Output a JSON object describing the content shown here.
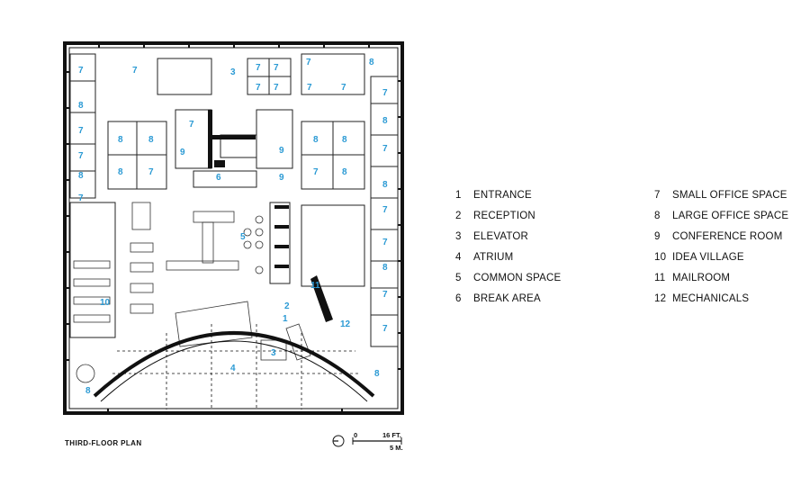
{
  "caption": "THIRD-FLOOR PLAN",
  "scale": {
    "start": "0",
    "end_ft": "16 FT.",
    "end_m": "5 M."
  },
  "legend": [
    {
      "num": "1",
      "label": "ENTRANCE"
    },
    {
      "num": "2",
      "label": "RECEPTION"
    },
    {
      "num": "3",
      "label": "ELEVATOR"
    },
    {
      "num": "4",
      "label": "ATRIUM"
    },
    {
      "num": "5",
      "label": "COMMON SPACE"
    },
    {
      "num": "6",
      "label": "BREAK AREA"
    },
    {
      "num": "7",
      "label": "SMALL OFFICE SPACE"
    },
    {
      "num": "8",
      "label": "LARGE OFFICE SPACE"
    },
    {
      "num": "9",
      "label": "CONFERENCE ROOM"
    },
    {
      "num": "10",
      "label": "IDEA VILLAGE"
    },
    {
      "num": "11",
      "label": "MAILROOM"
    },
    {
      "num": "12",
      "label": "MECHANICALS"
    }
  ],
  "room_numbers": [
    "7",
    "7",
    "3",
    "7",
    "7",
    "7",
    "7",
    "8",
    "7",
    "8",
    "7",
    "7",
    "7",
    "7",
    "7",
    "8",
    "8",
    "8",
    "9",
    "9",
    "6",
    "9",
    "8",
    "7",
    "8",
    "8",
    "7",
    "8",
    "7",
    "8",
    "7",
    "8",
    "7",
    "7",
    "8",
    "7",
    "7",
    "5",
    "10",
    "11",
    "2",
    "1",
    "12",
    "3",
    "4",
    "7",
    "8",
    "8"
  ],
  "colors": {
    "room_number": "#2b9ad4",
    "wall": "#111111"
  },
  "icons": {
    "north_arrow": "north-arrow-icon"
  }
}
